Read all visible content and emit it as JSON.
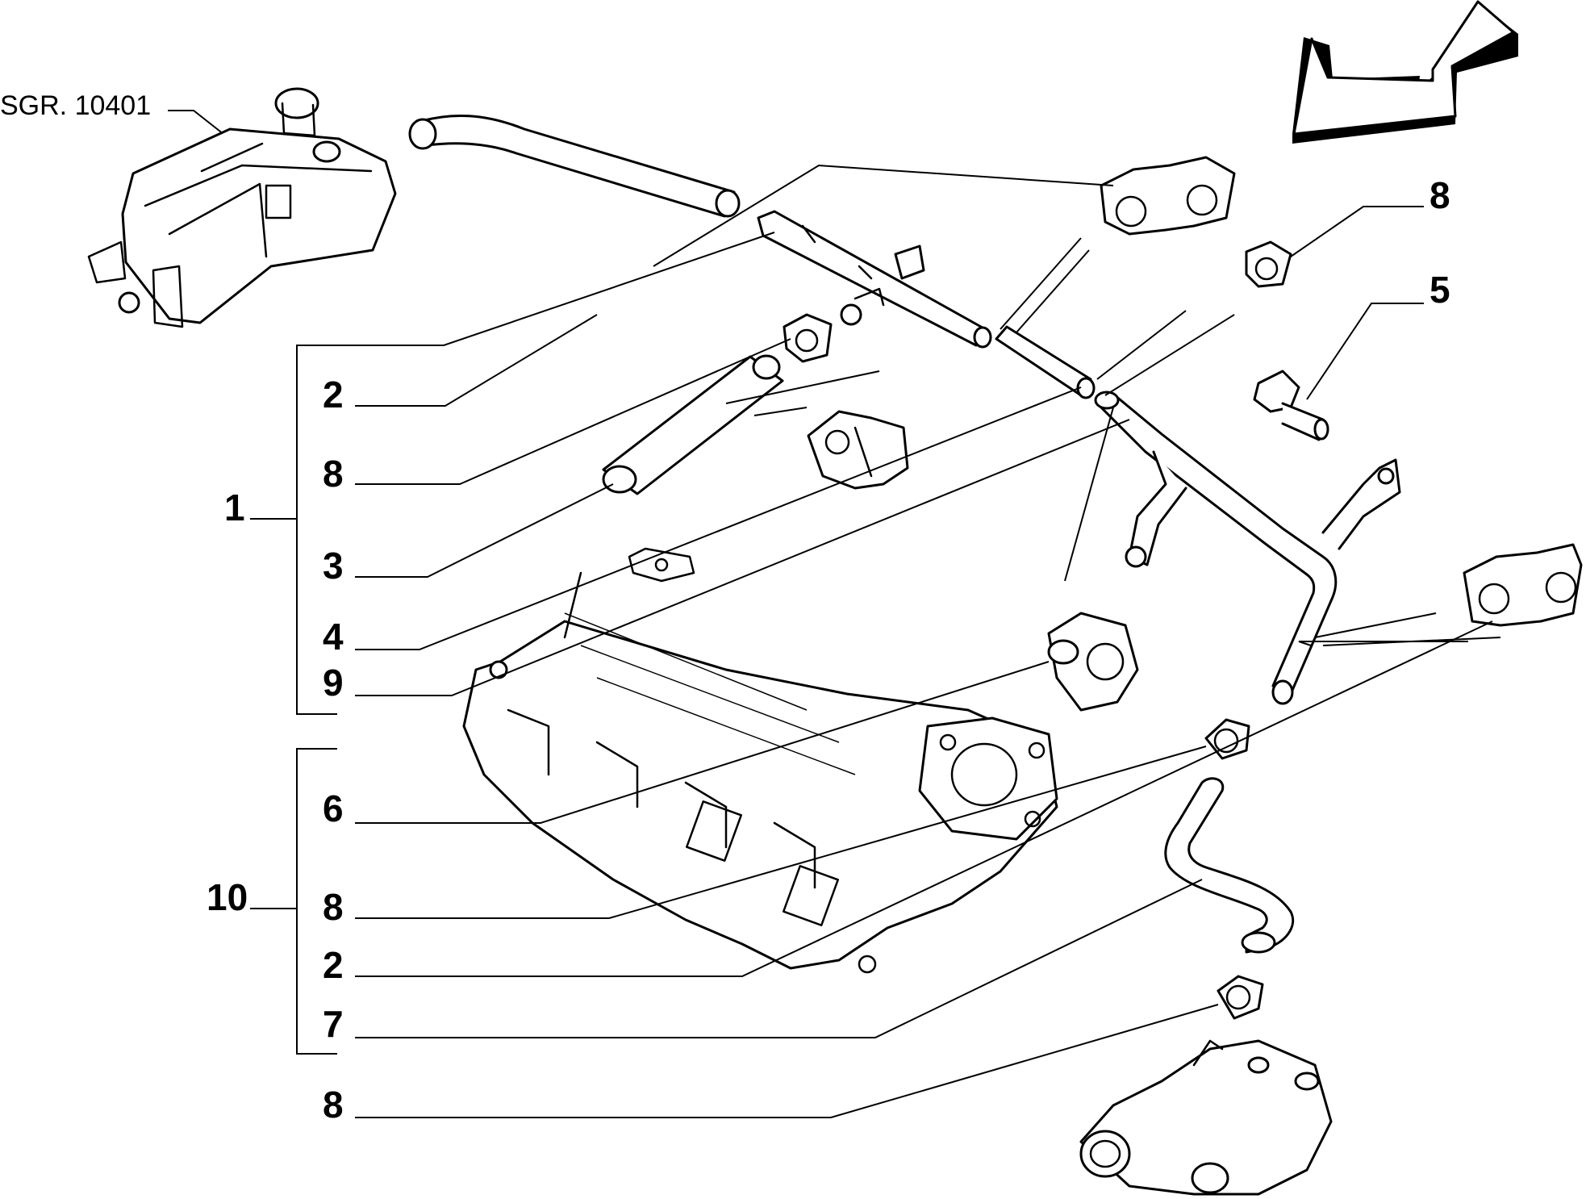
{
  "reference": "SGR. 10401",
  "callouts": {
    "c1": "1",
    "c2a": "2",
    "c8a": "8",
    "c3": "3",
    "c4": "4",
    "c9": "9",
    "c6": "6",
    "c10": "10",
    "c8b": "8",
    "c2b": "2",
    "c7": "7",
    "c8c": "8",
    "c8top": "8",
    "c5": "5"
  }
}
